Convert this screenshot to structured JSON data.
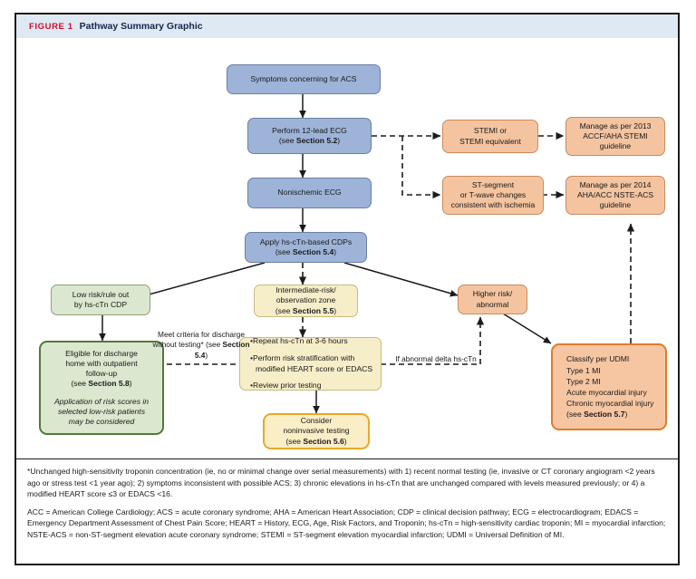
{
  "figure": {
    "label": "FIGURE 1",
    "title": "Pathway Summary Graphic",
    "accent_red": "#c8102e",
    "header_band": "#dfe9f3"
  },
  "palette": {
    "blue_fill": "#9db4d8",
    "peach_fill": "#f4c4a0",
    "cream_fill": "#f6eec8",
    "green_fill": "#dbe8cf",
    "orange_border": "#e07b2a",
    "yellow_border": "#e8a92a",
    "green_border": "#4f7a3a"
  },
  "nodes": {
    "symptoms": {
      "line1": "Symptoms concerning for ACS"
    },
    "ecg12": {
      "line1": "Perform 12-lead ECG",
      "line2_pre": "(see ",
      "line2_b": "Section 5.2",
      "line2_post": ")"
    },
    "nonischemic": {
      "line1": "Nonischemic ECG"
    },
    "cdp": {
      "line1": "Apply hs-cTn-based CDPs",
      "line2_pre": "(see ",
      "line2_b": "Section 5.4",
      "line2_post": ")"
    },
    "stemi": {
      "line1": "STEMI or",
      "line2": "STEMI equivalent"
    },
    "stemi_manage": {
      "line1": "Manage as per 2013",
      "line2": "ACCF/AHA STEMI",
      "line3": "guideline"
    },
    "stchanges": {
      "line1": "ST-segment",
      "line2": "or T-wave changes",
      "line3": "consistent with ischemia"
    },
    "nste_manage": {
      "line1": "Manage as per 2014",
      "line2": "AHA/ACC NSTE-ACS",
      "line3": "guideline"
    },
    "lowrisk": {
      "line1": "Low risk/rule out",
      "line2": "by hs-cTn CDP"
    },
    "eligible": {
      "line1": "Eligible for discharge",
      "line2": "home with outpatient",
      "line3": "follow-up",
      "line4_pre": "(see ",
      "line4_b": "Section 5.8",
      "line4_post": ")",
      "italic1": "Application of risk scores in",
      "italic2": "selected low-risk patients",
      "italic3": "may be considered"
    },
    "intermediate": {
      "line1": "Intermediate-risk/",
      "line2": "observation zone",
      "line3_pre": "(see ",
      "line3_b": "Section 5.5",
      "line3_post": ")"
    },
    "actions": {
      "bullet1": "•Repeat hs-cTn at 3-6 hours",
      "bullet2": "•Perform risk stratification with",
      "bullet2b": "  modified HEART score or EDACS",
      "bullet3": "•Review prior testing"
    },
    "noninvasive": {
      "line1": "Consider",
      "line2": "noninvasive testing",
      "line3_pre": "(see ",
      "line3_b": "Section 5.6",
      "line3_post": ")"
    },
    "higherrisk": {
      "line1": "Higher risk/",
      "line2": "abnormal"
    },
    "udmi": {
      "line1": "Classify per UDMI",
      "line2": "Type 1 MI",
      "line3": "Type 2 MI",
      "line4": "Acute myocardial injury",
      "line5": "Chronic myocardial injury",
      "line6_pre": "(see ",
      "line6_b": "Section 5.7",
      "line6_post": ")"
    }
  },
  "edge_labels": {
    "meet_criteria": {
      "line1": "Meet criteria for",
      "line2": "discharge without",
      "line3": "testing*",
      "line4_pre": "(see ",
      "line4_b": "Section 5.4",
      "line4_post": ")"
    },
    "abnormal_delta": {
      "line1": "If abnormal delta hs-cTn"
    }
  },
  "notes": {
    "footnote": "*Unchanged high-sensitivity troponin concentration (ie, no or minimal change over serial measurements) with 1) recent normal testing (ie, invasive or CT coronary angiogram <2 years ago or stress test <1 year ago); 2) symptoms inconsistent with possible ACS; 3) chronic elevations in hs-cTn that are unchanged compared with levels measured previously; or 4) a modified HEART score ≤3 or EDACS <16.",
    "abbreviations": "ACC = American College Cardiology; ACS = acute coronary syndrome; AHA = American Heart Association; CDP = clinical decision pathway; ECG = electrocardiogram; EDACS = Emergency Department Assessment of Chest Pain Score; HEART = History, ECG, Age, Risk Factors, and Troponin; hs-cTn = high-sensitivity cardiac troponin; MI = myocardial infarction; NSTE-ACS = non-ST-segment elevation acute coronary syndrome; STEMI = ST-segment elevation myocardial infarction; UDMI = Universal Definition of MI."
  }
}
